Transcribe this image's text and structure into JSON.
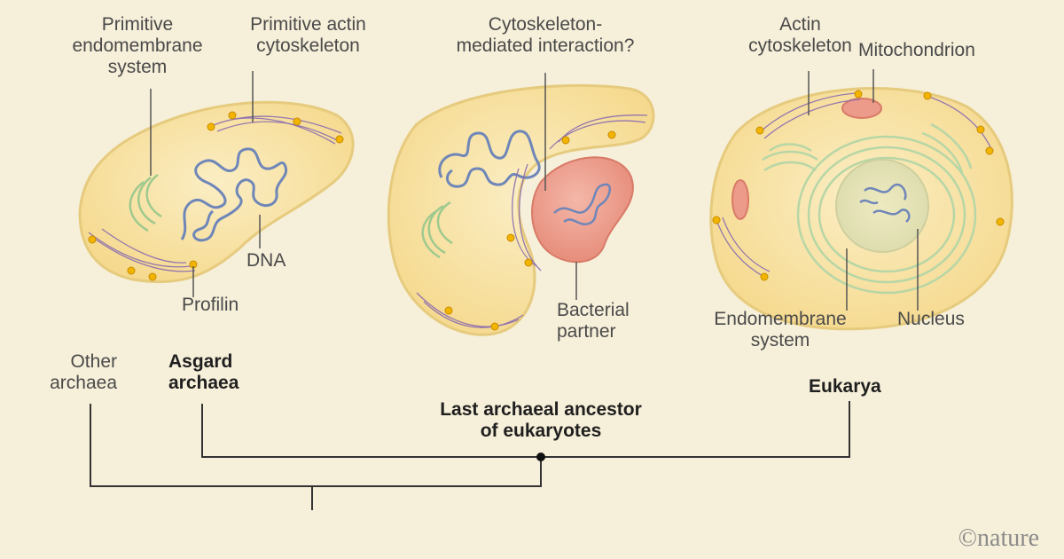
{
  "labels": {
    "primitive_endomembrane": "Primitive\nendomembrane\nsystem",
    "primitive_actin": "Primitive actin\ncytoskeleton",
    "dna": "DNA",
    "profilin": "Profilin",
    "cytoskeleton_mediated": "Cytoskeleton-\nmediated interaction?",
    "bacterial_partner": "Bacterial\npartner",
    "actin_cytoskeleton": "Actin\ncytoskeleton",
    "mitochondrion": "Mitochondrion",
    "endomembrane_system": "Endomembrane\nsystem",
    "nucleus": "Nucleus"
  },
  "tree": {
    "other_archaea": "Other\narchaea",
    "asgard_archaea": "Asgard\narchaea",
    "eukarya": "Eukarya",
    "last_ancestor": "Last archaeal ancestor\nof eukaryotes"
  },
  "credit": "©nature",
  "colors": {
    "background": "#f6efd9",
    "cell_fill": "#f8e3a6",
    "cell_edge": "#e9cf85",
    "dna": "#6f86b8",
    "actin": "#8a6cb0",
    "profilin": "#f1b400",
    "endomembrane": "#b3d5a4",
    "bacterium": "#ec9a8a",
    "tree_line": "#333333"
  }
}
